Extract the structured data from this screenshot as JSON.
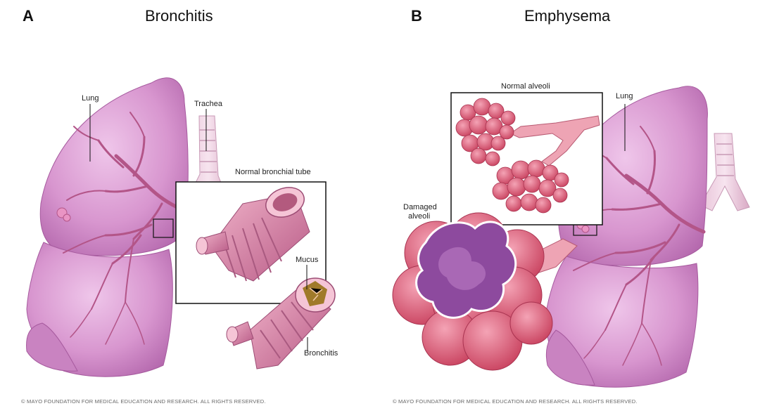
{
  "panels": [
    {
      "letter": "A",
      "title": "Bronchitis",
      "labels": {
        "lung": "Lung",
        "trachea": "Trachea",
        "normal_tube": "Normal bronchial tube",
        "mucus": "Mucus",
        "bronchitis": "Bronchitis"
      },
      "copyright": "© MAYO FOUNDATION FOR MEDICAL EDUCATION AND RESEARCH. ALL RIGHTS RESERVED."
    },
    {
      "letter": "B",
      "title": "Emphysema",
      "labels": {
        "normal_alveoli": "Normal alveoli",
        "lung": "Lung",
        "damaged_line1": "Damaged",
        "damaged_line2": "alveoli"
      },
      "copyright": "© MAYO FOUNDATION FOR MEDICAL EDUCATION AND RESEARCH. ALL RIGHTS RESERVED."
    }
  ],
  "colors": {
    "lung_fill": "#d98fd0",
    "lung_light": "#eab8e4",
    "lung_dark": "#b868b0",
    "trachea": "#f1d6e6",
    "tube": "#d97aa0",
    "tube_dark": "#a84e78",
    "alveoli": "#e0607e",
    "alveoli_dark": "#b83a58",
    "mucus": "#a07a2a",
    "line": "#111111"
  }
}
